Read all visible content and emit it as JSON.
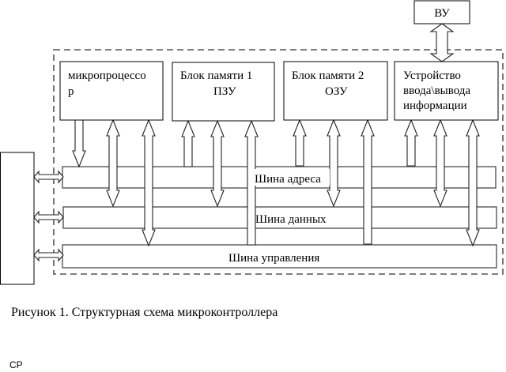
{
  "diagram": {
    "title": "Структурная схема микроконтроллера",
    "modules": [
      {
        "id": "mp",
        "lines": [
          "микропроцессо",
          "р"
        ]
      },
      {
        "id": "rom",
        "lines": [
          "Блок памяти 1",
          "ПЗУ"
        ]
      },
      {
        "id": "ram",
        "lines": [
          "Блок памяти 2",
          "ОЗУ"
        ]
      },
      {
        "id": "io",
        "lines": [
          "Устройство",
          "ввода\\вывода",
          "информации"
        ]
      }
    ],
    "external_device": {
      "label": "ВУ"
    },
    "buses": [
      {
        "id": "address",
        "label": "Шина адреса"
      },
      {
        "id": "data",
        "label": "Шина данных"
      },
      {
        "id": "control",
        "label": "Шина управления"
      }
    ],
    "connections": [
      {
        "from": "mp",
        "to": "address",
        "direction": "to-bus"
      },
      {
        "from": "mp",
        "to": "data",
        "direction": "bidirectional"
      },
      {
        "from": "mp",
        "to": "control",
        "direction": "bidirectional"
      },
      {
        "from": "address",
        "to": "rom",
        "direction": "to-module"
      },
      {
        "from": "rom",
        "to": "data",
        "direction": "bidirectional"
      },
      {
        "from": "control",
        "to": "rom",
        "direction": "to-module"
      },
      {
        "from": "address",
        "to": "ram",
        "direction": "to-module"
      },
      {
        "from": "ram",
        "to": "data",
        "direction": "bidirectional"
      },
      {
        "from": "control",
        "to": "ram",
        "direction": "to-module"
      },
      {
        "from": "address",
        "to": "io",
        "direction": "to-module"
      },
      {
        "from": "io",
        "to": "data",
        "direction": "bidirectional"
      },
      {
        "from": "io",
        "to": "control",
        "direction": "bidirectional"
      },
      {
        "from": "io",
        "to": "external_device",
        "direction": "bidirectional"
      },
      {
        "from": "external_block",
        "to": "address",
        "direction": "bidirectional"
      },
      {
        "from": "external_block",
        "to": "data",
        "direction": "bidirectional"
      },
      {
        "from": "external_block",
        "to": "control",
        "direction": "bidirectional"
      }
    ]
  },
  "caption": "Рисунок 1. Структурная схема микроконтроллера",
  "footer": "СР"
}
